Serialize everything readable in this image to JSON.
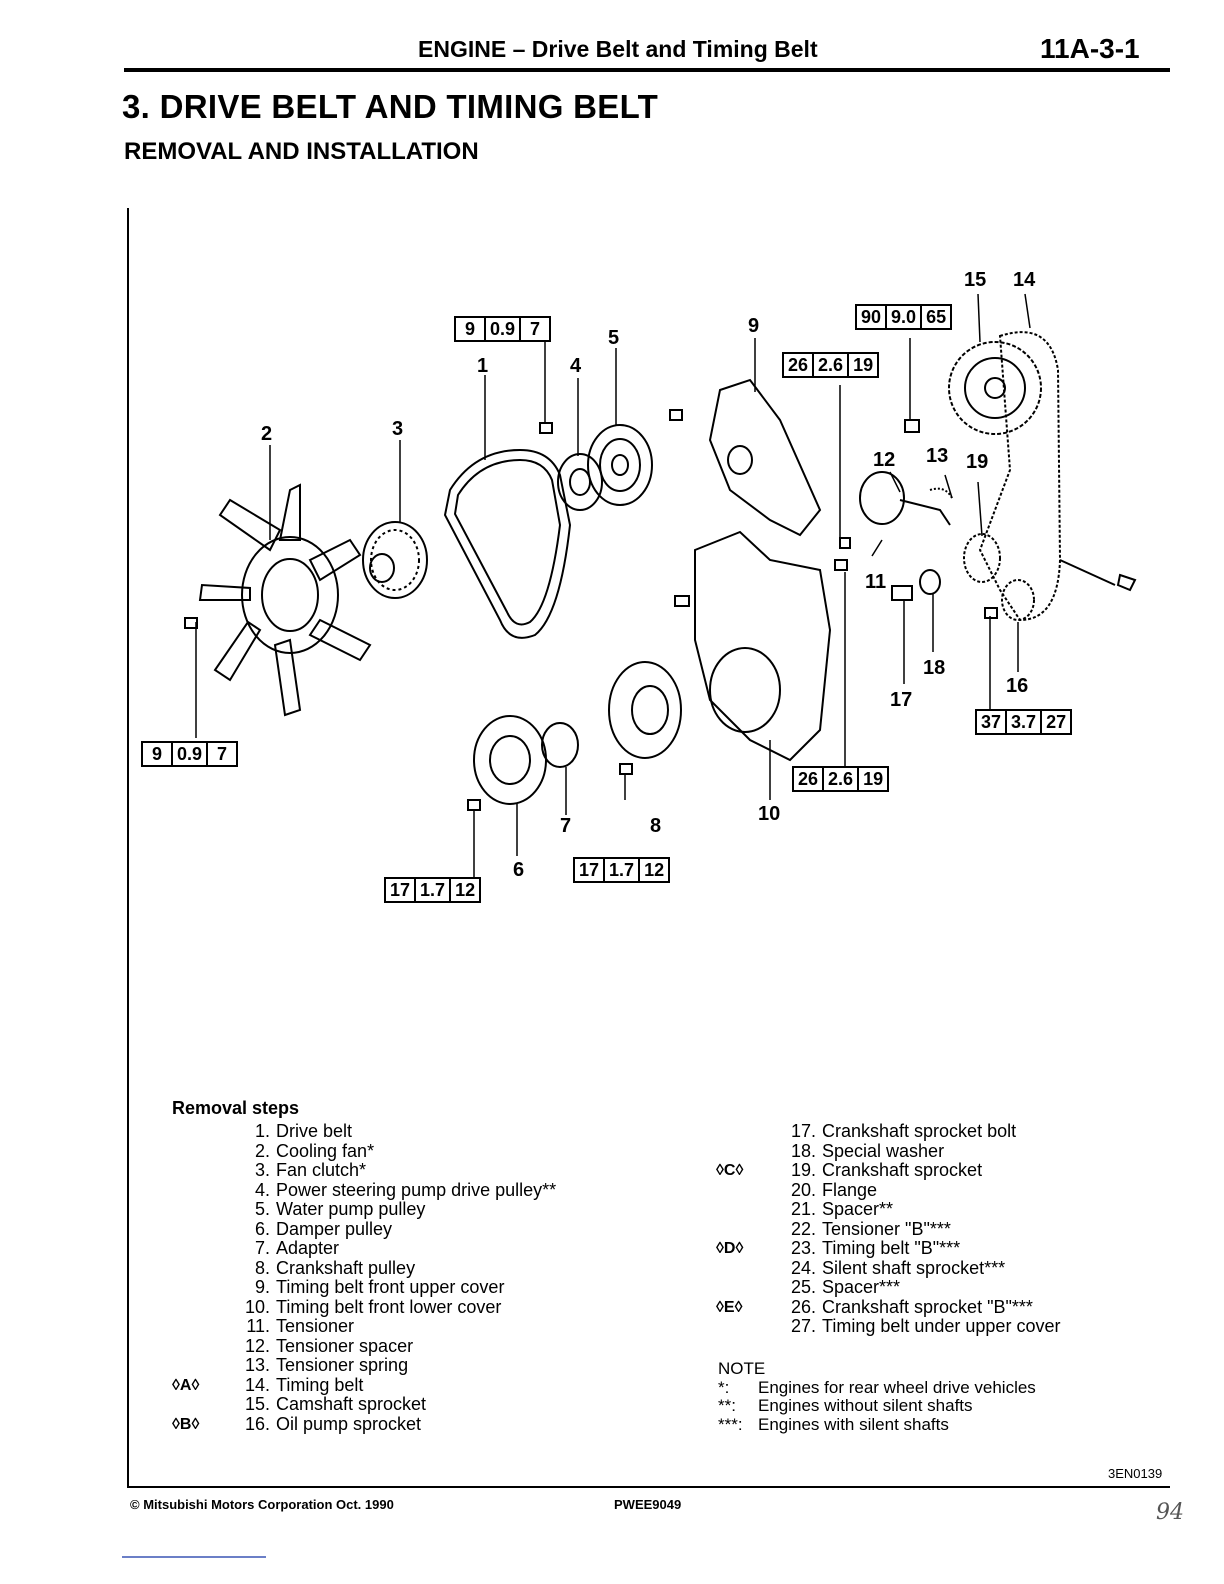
{
  "header": {
    "title": "ENGINE – Drive Belt and Timing Belt",
    "page": "11A-3-1"
  },
  "section": {
    "title": "3. DRIVE BELT AND TIMING BELT",
    "subtitle": "REMOVAL AND INSTALLATION"
  },
  "callouts": {
    "c1": "1",
    "c2": "2",
    "c3": "3",
    "c4": "4",
    "c5": "5",
    "c6": "6",
    "c7": "7",
    "c8": "8",
    "c9": "9",
    "c10": "10",
    "c11": "11",
    "c12": "12",
    "c13": "13",
    "c14": "14",
    "c15": "15",
    "c16": "16",
    "c17": "17",
    "c18": "18",
    "c19": "19"
  },
  "torque": {
    "t_water_pump": [
      "9",
      "0.9",
      "7"
    ],
    "t_cam_sprocket": [
      "90",
      "9.0",
      "65"
    ],
    "t_upper_cover": [
      "26",
      "2.6",
      "19"
    ],
    "t_fan": [
      "9",
      "0.9",
      "7"
    ],
    "t_oil_pump": [
      "37",
      "3.7",
      "27"
    ],
    "t_lower_cover": [
      "26",
      "2.6",
      "19"
    ],
    "t_crank_pulley": [
      "17",
      "1.7",
      "12"
    ],
    "t_damper": [
      "17",
      "1.7",
      "12"
    ]
  },
  "steps": {
    "heading": "Removal steps",
    "left": [
      {
        "num": "1.",
        "text": "Drive belt",
        "mark": ""
      },
      {
        "num": "2.",
        "text": "Cooling fan*",
        "mark": ""
      },
      {
        "num": "3.",
        "text": "Fan clutch*",
        "mark": ""
      },
      {
        "num": "4.",
        "text": "Power steering pump drive pulley**",
        "mark": ""
      },
      {
        "num": "5.",
        "text": "Water pump pulley",
        "mark": ""
      },
      {
        "num": "6.",
        "text": "Damper pulley",
        "mark": ""
      },
      {
        "num": "7.",
        "text": "Adapter",
        "mark": ""
      },
      {
        "num": "8.",
        "text": "Crankshaft pulley",
        "mark": ""
      },
      {
        "num": "9.",
        "text": "Timing belt front upper cover",
        "mark": ""
      },
      {
        "num": "10.",
        "text": "Timing belt front lower cover",
        "mark": ""
      },
      {
        "num": "11.",
        "text": "Tensioner",
        "mark": ""
      },
      {
        "num": "12.",
        "text": "Tensioner spacer",
        "mark": ""
      },
      {
        "num": "13.",
        "text": "Tensioner spring",
        "mark": ""
      },
      {
        "num": "14.",
        "text": "Timing belt",
        "mark": "◊A◊"
      },
      {
        "num": "15.",
        "text": "Camshaft sprocket",
        "mark": ""
      },
      {
        "num": "16.",
        "text": "Oil pump sprocket",
        "mark": "◊B◊"
      }
    ],
    "right": [
      {
        "num": "17.",
        "text": "Crankshaft sprocket bolt",
        "mark": ""
      },
      {
        "num": "18.",
        "text": "Special washer",
        "mark": ""
      },
      {
        "num": "19.",
        "text": "Crankshaft sprocket",
        "mark": "◊C◊"
      },
      {
        "num": "20.",
        "text": "Flange",
        "mark": ""
      },
      {
        "num": "21.",
        "text": "Spacer**",
        "mark": ""
      },
      {
        "num": "22.",
        "text": "Tensioner \"B\"***",
        "mark": ""
      },
      {
        "num": "23.",
        "text": "Timing belt \"B\"***",
        "mark": "◊D◊"
      },
      {
        "num": "24.",
        "text": "Silent shaft sprocket***",
        "mark": ""
      },
      {
        "num": "25.",
        "text": "Spacer***",
        "mark": ""
      },
      {
        "num": "26.",
        "text": "Crankshaft sprocket \"B\"***",
        "mark": "◊E◊"
      },
      {
        "num": "27.",
        "text": "Timing belt under upper cover",
        "mark": ""
      }
    ]
  },
  "note": {
    "title": "NOTE",
    "items": [
      {
        "sym": "*:",
        "text": "Engines for rear wheel drive vehicles"
      },
      {
        "sym": "**:",
        "text": "Engines without silent shafts"
      },
      {
        "sym": "***:",
        "text": "Engines with silent shafts"
      }
    ]
  },
  "figure_code": "3EN0139",
  "footer": {
    "copyright": "© Mitsubishi Motors Corporation   Oct. 1990",
    "doc_code": "PWEE9049",
    "handwritten": "94"
  },
  "colors": {
    "ink": "#000000",
    "paper": "#ffffff"
  }
}
